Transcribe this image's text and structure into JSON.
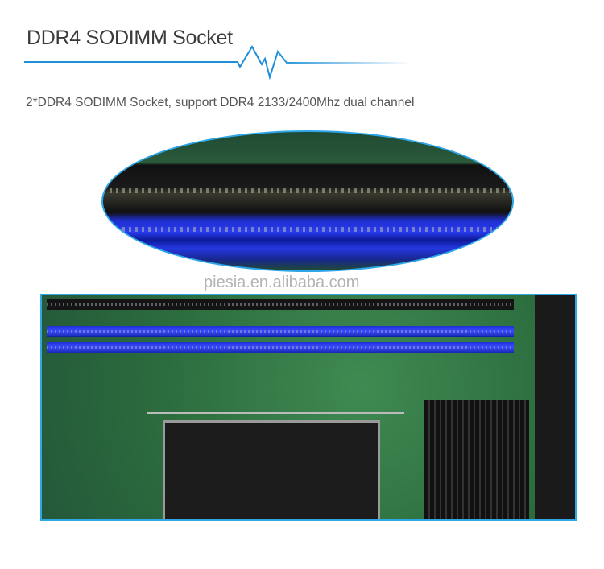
{
  "header": {
    "title": "DDR4 SODIMM Socket",
    "accent_color": "#1e8fd8"
  },
  "description": "2*DDR4 SODIMM Socket, support DDR4 2133/2400Mhz dual channel",
  "watermark": "piesia.en.alibaba.com",
  "images": {
    "zoom_detail": "memory-slot-closeup",
    "board": "motherboard-memory-slots"
  }
}
